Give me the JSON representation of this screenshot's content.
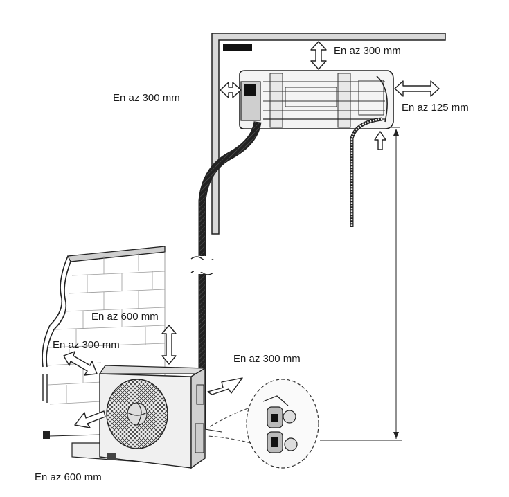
{
  "labels": {
    "top_clearance": "En az 300 mm",
    "left_clearance": "En az 300 mm",
    "right_clearance": "En az 125 mm",
    "outdoor_top": "En az 600 mm",
    "outdoor_left": "En az 300 mm",
    "outdoor_right": "En az 300 mm",
    "outdoor_front": "En az 600 mm"
  }
}
